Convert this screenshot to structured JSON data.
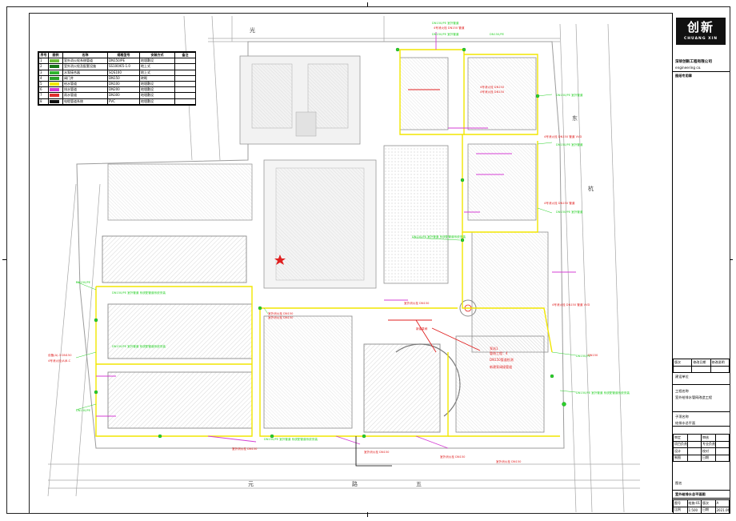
{
  "drawing": {
    "road_labels": {
      "north": "光",
      "east": "东",
      "east_2": "杭",
      "south_1": "元",
      "south_2": "路",
      "south_3": "五"
    },
    "notes": [
      "设备(A)-3",
      "4号消火栓(A)B-C",
      "室外消火栓",
      "室外管道系统",
      "系统配管道系统安装",
      "建设系统配管道安装",
      "泵站1",
      "管线工程建设",
      "规划管道工程",
      "建设系统管线改造",
      "新建泵阀",
      "泵站安装3",
      "系统管道改造"
    ],
    "callout_note": {
      "line1": "泵站1",
      "line2": "管线工程：4",
      "line3": "DN150管道检测",
      "line4": "新建泵阀接管道"
    }
  },
  "legend": {
    "headers": [
      "序号",
      "图例",
      "名称",
      "规格型号",
      "安装方式",
      "备注"
    ],
    "rows": [
      {
        "no": "1",
        "color": "#6fbf3c",
        "name": "室外消火栓系统管道",
        "spec": "DN150/PE",
        "install": "地埋敷设",
        "note": ""
      },
      {
        "no": "2",
        "color": "#1a7a1a",
        "name": "室外消火栓及配套设施",
        "spec": "SS100/65-1.0",
        "install": "地上式",
        "note": ""
      },
      {
        "no": "3",
        "color": "#31b531",
        "name": "水泵接合器",
        "spec": "SQS100",
        "install": "地上式",
        "note": ""
      },
      {
        "no": "4",
        "color": "#2aa12a",
        "name": "阀门井",
        "spec": "DN150",
        "install": "砖砌",
        "note": ""
      },
      {
        "no": "5",
        "color": "#f5e800",
        "name": "给水管道",
        "spec": "DN100",
        "install": "地埋敷设",
        "note": ""
      },
      {
        "no": "6",
        "color": "#d63bd6",
        "name": "排水管道",
        "spec": "DN200",
        "install": "地埋敷设",
        "note": ""
      },
      {
        "no": "7",
        "color": "#e03030",
        "name": "雨水管道",
        "spec": "DN300",
        "install": "地埋敷设",
        "note": ""
      },
      {
        "no": "8",
        "color": "#111111",
        "name": "电缆管道系统",
        "spec": "PVC",
        "install": "地埋敷设",
        "note": ""
      }
    ]
  },
  "title_block": {
    "logo_text": "创新",
    "logo_sub": "CHUANG XIN",
    "company": "深圳创新工程有限公司",
    "company_en": "engineering co.",
    "stamp": "图纸专用章",
    "revision_headers": [
      "版次",
      "修改日期",
      "修改说明"
    ],
    "client_label": "建设单位",
    "project_label": "工程名称",
    "project_name": "室外给排水管网改造工程",
    "subitem_label": "子项名称",
    "subitem_name": "给排水总平面",
    "sign_rows": [
      [
        "审定",
        "",
        "审核",
        ""
      ],
      [
        "项目负责",
        "",
        "专业负责",
        ""
      ],
      [
        "设计",
        "",
        "校对",
        ""
      ],
      [
        "制图",
        "",
        "日期",
        ""
      ]
    ],
    "drawing_title_label": "图名",
    "drawing_title": "室外给排水总平面图",
    "meta_rows": [
      [
        "图号",
        "给施-01",
        "版次",
        "A"
      ],
      [
        "比例",
        "1:500",
        "日期",
        "2021.06"
      ]
    ]
  },
  "colors": {
    "yellow_line": "#f2e600",
    "magenta_line": "#d43fd4",
    "green_label": "#2bd12b",
    "red_label": "#e02020",
    "building_gray": "#9a9a9a"
  }
}
